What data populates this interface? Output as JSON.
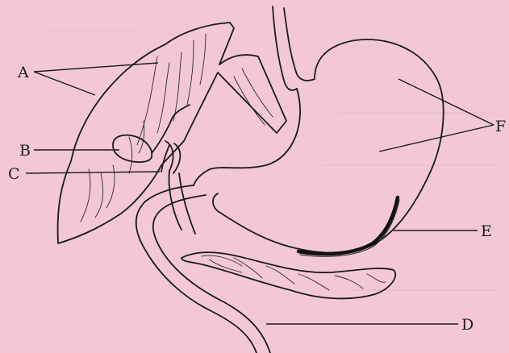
{
  "labels": {
    "a": "A",
    "b": "B",
    "c": "C",
    "d": "D",
    "e": "E",
    "f": "F"
  },
  "colors": {
    "background": "#f3c8d4",
    "ink": "#1a1a1a"
  }
}
